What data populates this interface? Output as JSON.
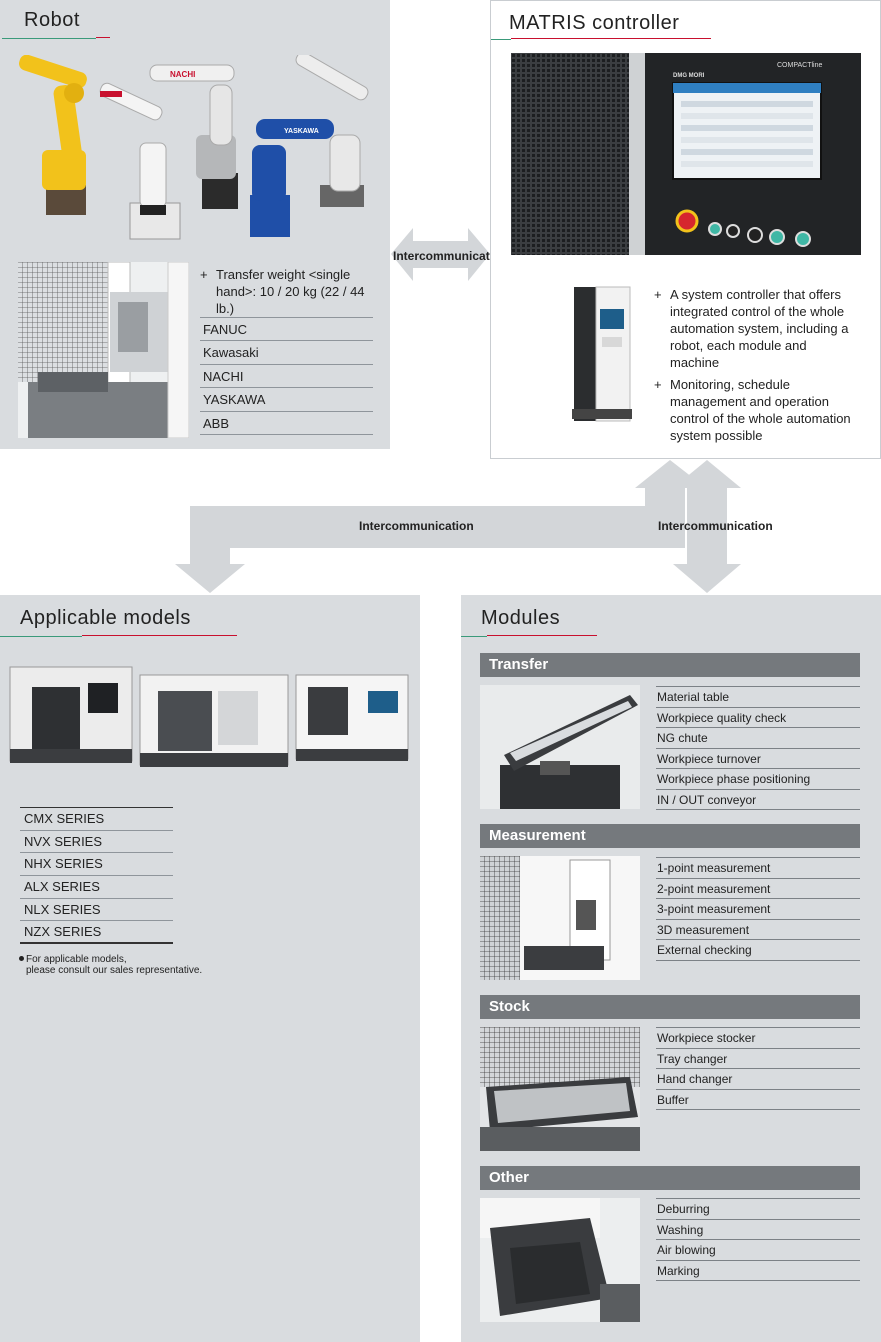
{
  "robot": {
    "title": "Robot",
    "spec": "Transfer weight <single hand>: 10 / 20 kg (22 / 44 lb.)",
    "brands": [
      "FANUC",
      "Kawasaki",
      "NACHI",
      "YASKAWA",
      "ABB"
    ],
    "logos": [
      "NACHI",
      "YASKAWA"
    ]
  },
  "matris": {
    "title": "MATRIS controller",
    "screen_brand": "COMPACTline",
    "screen_logo": "DMG MORI",
    "bullets": [
      "A system controller that offers integrated control of the whole automation system, including a robot, each module and machine",
      "Monitoring, schedule management and operation control of the whole automation system possible"
    ]
  },
  "arrows": {
    "top": "Intercommunication",
    "middle": "Intercommunication",
    "right": "Intercommunication"
  },
  "applicable": {
    "title": "Applicable models",
    "series": [
      "CMX SERIES",
      "NVX SERIES",
      "NHX SERIES",
      "ALX SERIES",
      "NLX SERIES",
      "NZX SERIES"
    ],
    "note_line1": "For applicable models,",
    "note_line2": "please consult our sales representative."
  },
  "modules": {
    "title": "Modules",
    "groups": [
      {
        "name": "Transfer",
        "items": [
          "Material table",
          "Workpiece quality check",
          "NG chute",
          "Workpiece turnover",
          "Workpiece phase positioning",
          "IN / OUT conveyor"
        ]
      },
      {
        "name": "Measurement",
        "items": [
          "1-point measurement",
          "2-point measurement",
          "3-point measurement",
          "3D measurement",
          "External checking"
        ]
      },
      {
        "name": "Stock",
        "items": [
          "Workpiece stocker",
          "Tray changer",
          "Hand changer",
          "Buffer"
        ]
      },
      {
        "name": "Other",
        "items": [
          "Deburring",
          "Washing",
          "Air blowing",
          "Marking"
        ]
      }
    ]
  },
  "colors": {
    "panel": "#d9dcdf",
    "module_header": "#75797d",
    "arrow": "#d3d6d9",
    "accent_red": "#c8102e",
    "accent_green": "#3a9a7a",
    "robot_yellow": "#f2c21b",
    "robot_blue": "#1f4fa8"
  }
}
